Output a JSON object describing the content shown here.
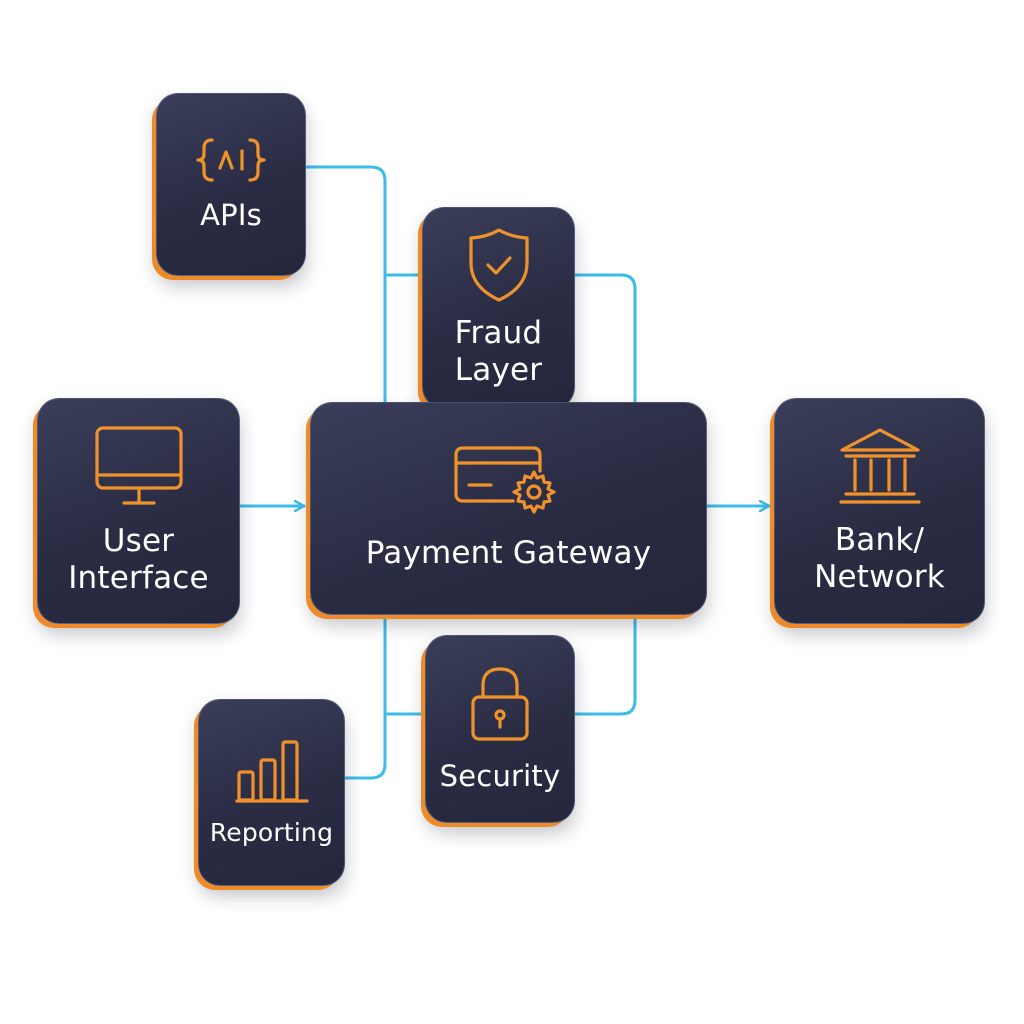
{
  "colors": {
    "node_background": "#2a2c44",
    "node_border": "#9aa0c8",
    "accent_orange": "#f0922b",
    "connector_blue": "#3cbde8",
    "label_text": "#ffffff",
    "page_background": "#ffffff"
  },
  "nodes": {
    "apis": {
      "label": "APIs",
      "icon": "code-braces-icon"
    },
    "fraud_layer": {
      "label_line1": "Fraud",
      "label_line2": "Layer",
      "icon": "shield-check-icon"
    },
    "user_interface": {
      "label_line1": "User",
      "label_line2": "Interface",
      "icon": "monitor-icon"
    },
    "payment_gateway": {
      "label": "Payment Gateway",
      "icon": "credit-card-gear-icon"
    },
    "bank_network": {
      "label_line1": "Bank/",
      "label_line2": "Network",
      "icon": "bank-building-icon"
    },
    "security": {
      "label": "Security",
      "icon": "padlock-icon"
    },
    "reporting": {
      "label": "Reporting",
      "icon": "bar-chart-icon"
    }
  },
  "connections": [
    {
      "from": "user_interface",
      "to": "payment_gateway",
      "arrow": true
    },
    {
      "from": "payment_gateway",
      "to": "bank_network",
      "arrow": true
    },
    {
      "from": "apis",
      "to": "payment_gateway",
      "arrow": false
    },
    {
      "from": "fraud_layer",
      "to": "payment_gateway",
      "arrow": false
    },
    {
      "from": "security",
      "to": "payment_gateway",
      "arrow": false
    },
    {
      "from": "reporting",
      "to": "payment_gateway",
      "arrow": false
    }
  ]
}
